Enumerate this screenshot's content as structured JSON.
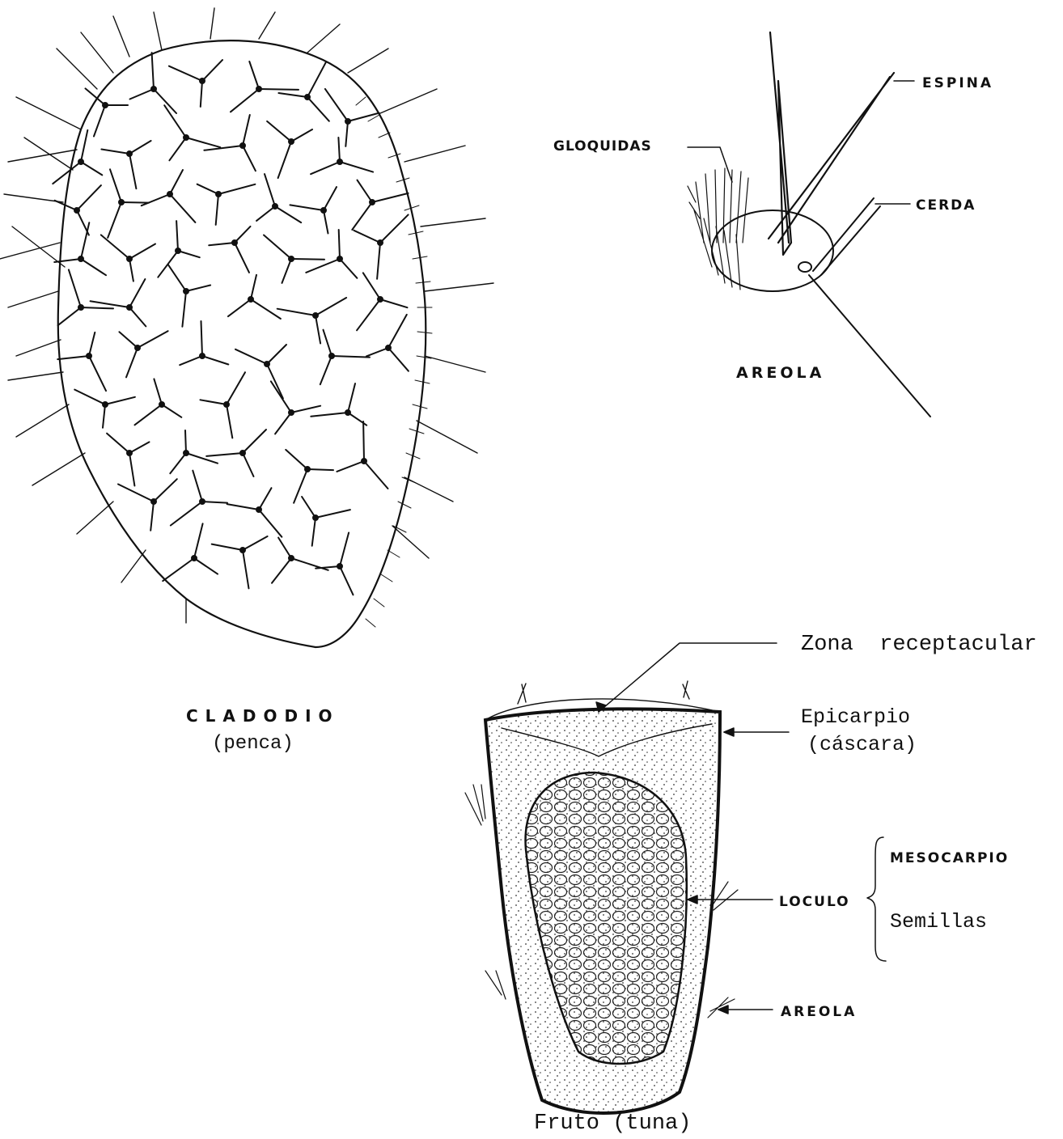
{
  "cladode": {
    "title": "CLADODIO",
    "subtitle": "(penca)"
  },
  "areole_detail": {
    "title": "AREOLA",
    "labels": {
      "espina": "ESPINA",
      "gloquidas": "GLOQUIDAS",
      "cerda": "CERDA"
    }
  },
  "fruit": {
    "title": "Fruto (tuna)",
    "labels": {
      "zona": "Zona  receptacular",
      "epicarpio": "Epicarpio",
      "epicarpio_sub": "(cáscara)",
      "mesocarpio": "MESOCARPIO",
      "loculo": "LOCULO",
      "semillas": "Semillas",
      "areola": "AREOLA"
    }
  }
}
